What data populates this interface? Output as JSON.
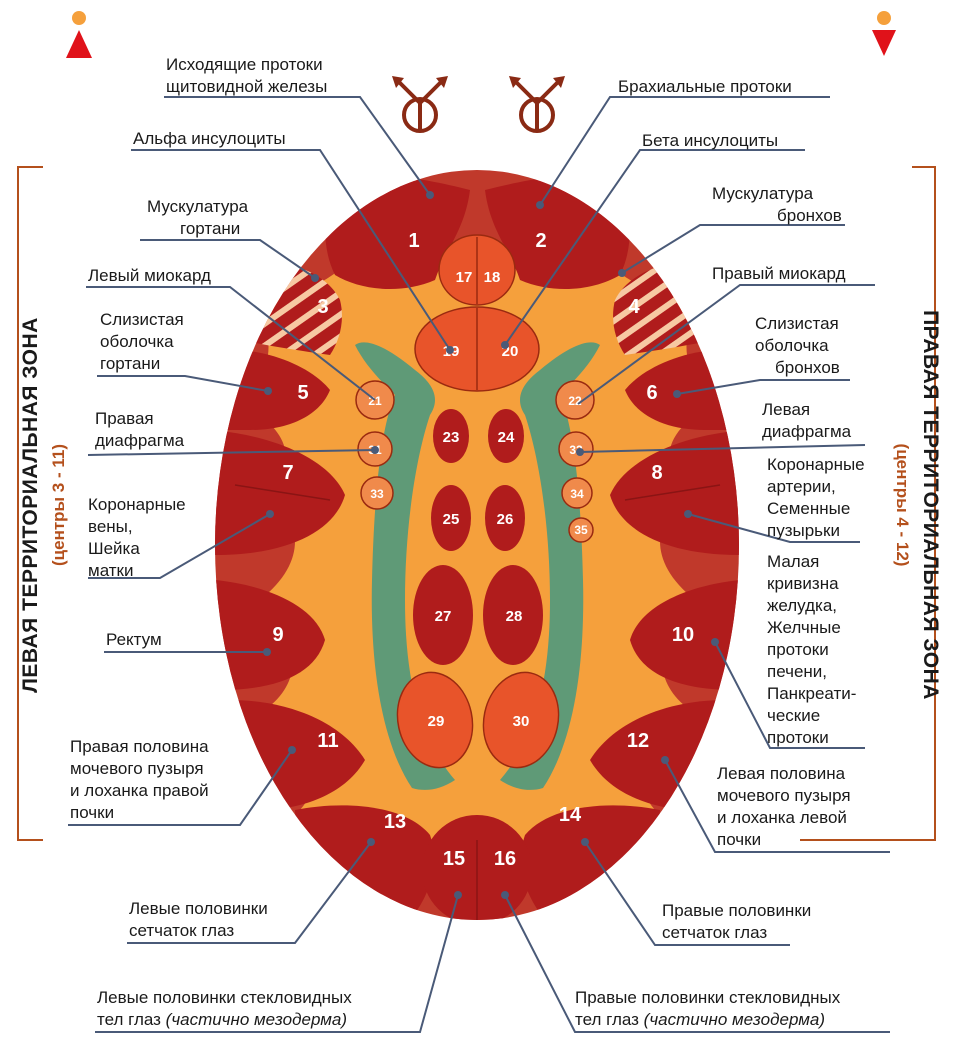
{
  "colors": {
    "oval_red": "#c0392b",
    "dark_red": "#b01c1c",
    "orange_fill": "#f5a03c",
    "bright_orange": "#e8542a",
    "green_channel": "#5f9a77",
    "leader_line": "#4a5a78",
    "zone_accent": "#b4501c"
  },
  "icons": {
    "female_symbol": "female-figure-icon",
    "male_symbol": "male-figure-icon",
    "hermaphrodite_symbol": "hermaphrodite-sign-icon"
  },
  "zones": {
    "left_title": "ЛЕВАЯ ТЕРРИТОРИАЛЬНАЯ ЗОНА",
    "left_sub": "(центры 3 - 11)",
    "right_title": "ПРАВАЯ ТЕРРИТОРИАЛЬНАЯ ЗОНА",
    "right_sub": "(центры 4 - 12)"
  },
  "numbers": {
    "n1": "1",
    "n2": "2",
    "n3": "3",
    "n4": "4",
    "n5": "5",
    "n6": "6",
    "n7": "7",
    "n8": "8",
    "n9": "9",
    "n10": "10",
    "n11": "11",
    "n12": "12",
    "n13": "13",
    "n14": "14",
    "n15": "15",
    "n16": "16",
    "n17": "17",
    "n18": "18",
    "n19": "19",
    "n20": "20",
    "n21": "21",
    "n22": "22",
    "n23": "23",
    "n24": "24",
    "n25": "25",
    "n26": "26",
    "n27": "27",
    "n28": "28",
    "n29": "29",
    "n30": "30",
    "n31": "31",
    "n32": "32",
    "n33": "33",
    "n34": "34",
    "n35": "35"
  },
  "labels": {
    "thyroid_l1": "Исходящие протоки",
    "thyroid_l2": "щитовидной железы",
    "brachial": "Брахиальные протоки",
    "alpha": "Альфа инсулоциты",
    "beta": "Бета инсулоциты",
    "larynx_musc_l1": "Мускулатура",
    "larynx_musc_l2": "гортани",
    "bronch_musc_l1": "Мускулатура",
    "bronch_musc_l2": "бронхов",
    "left_myo": "Левый миокард",
    "right_myo": "Правый миокард",
    "larynx_muc_l1": "Слизистая",
    "larynx_muc_l2": "оболочка",
    "larynx_muc_l3": "гортани",
    "bronch_muc_l1": "Слизистая",
    "bronch_muc_l2": "оболочка",
    "bronch_muc_l3": "бронхов",
    "right_diaph_l1": "Правая",
    "right_diaph_l2": "диафрагма",
    "left_diaph_l1": "Левая",
    "left_diaph_l2": "диафрагма",
    "cor_veins_l1": "Коронарные",
    "cor_veins_l2": "вены,",
    "cor_veins_l3": "Шейка",
    "cor_veins_l4": "матки",
    "cor_art_l1": "Коронарные",
    "cor_art_l2": "артерии,",
    "cor_art_l3": "Семенные",
    "cor_art_l4": "пузырьки",
    "rectum": "Ректум",
    "stomach_l1": "Малая",
    "stomach_l2": "кривизна",
    "stomach_l3": "желудка,",
    "stomach_l4": "Желчные",
    "stomach_l5": "протоки",
    "stomach_l6": "печени,",
    "stomach_l7": "Панкреати-",
    "stomach_l8": "ческие",
    "stomach_l9": "протоки",
    "bladder_r_l1": "Правая половина",
    "bladder_r_l2": "мочевого пузыря",
    "bladder_r_l3": "и лоханка правой",
    "bladder_r_l4": "почки",
    "bladder_l_l1": "Левая половина",
    "bladder_l_l2": "мочевого пузыря",
    "bladder_l_l3": "и лоханка левой",
    "bladder_l_l4": "почки",
    "retina_l_l1": "Левые половинки",
    "retina_l_l2": "сетчаток глаз",
    "retina_r_l1": "Правые половинки",
    "retina_r_l2": "сетчаток глаз",
    "vitreous_l_l1": "Левые половинки стекловидных",
    "vitreous_l_l2a": "тел глаз ",
    "vitreous_l_l2b": "(частично мезодерма)",
    "vitreous_r_l1": "Правые половинки стекловидных",
    "vitreous_r_l2a": "тел глаз ",
    "vitreous_r_l2b": "(частично мезодерма)"
  }
}
